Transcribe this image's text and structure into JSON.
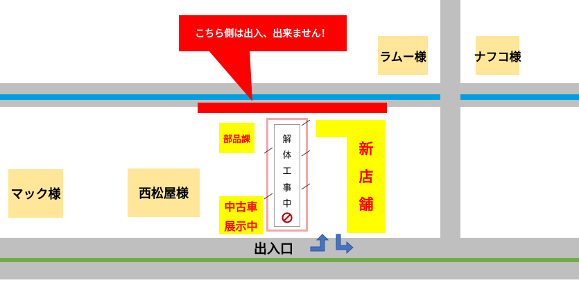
{
  "colors": {
    "road": "#bfbfbf",
    "river": "#00a0e0",
    "green_line": "#70ad47",
    "label_bg": "#ffe699",
    "highlight_yellow": "#ffff00",
    "warning_red": "#ff0000",
    "arrow_blue": "#4472c4",
    "demolition_border": "#f4a6a6"
  },
  "callout": {
    "text": "こちら側は出入、出来ません！"
  },
  "stores": {
    "ramu": "ラムー様",
    "nafuko": "ナフコ様",
    "mac": "マック様",
    "nishimatsuya": "西松屋様"
  },
  "buhin": "部品課",
  "chuko": {
    "line1": "中古車",
    "line2": "展示中"
  },
  "demolition": {
    "chars": [
      "解",
      "体",
      "工",
      "事",
      "中"
    ],
    "icon": "no-entry-icon"
  },
  "new_store": {
    "chars": [
      "新",
      "店",
      "舗"
    ]
  },
  "entrance": {
    "label": "出入口",
    "icons": [
      "arrow-up-right-icon",
      "arrow-down-right-icon"
    ]
  }
}
